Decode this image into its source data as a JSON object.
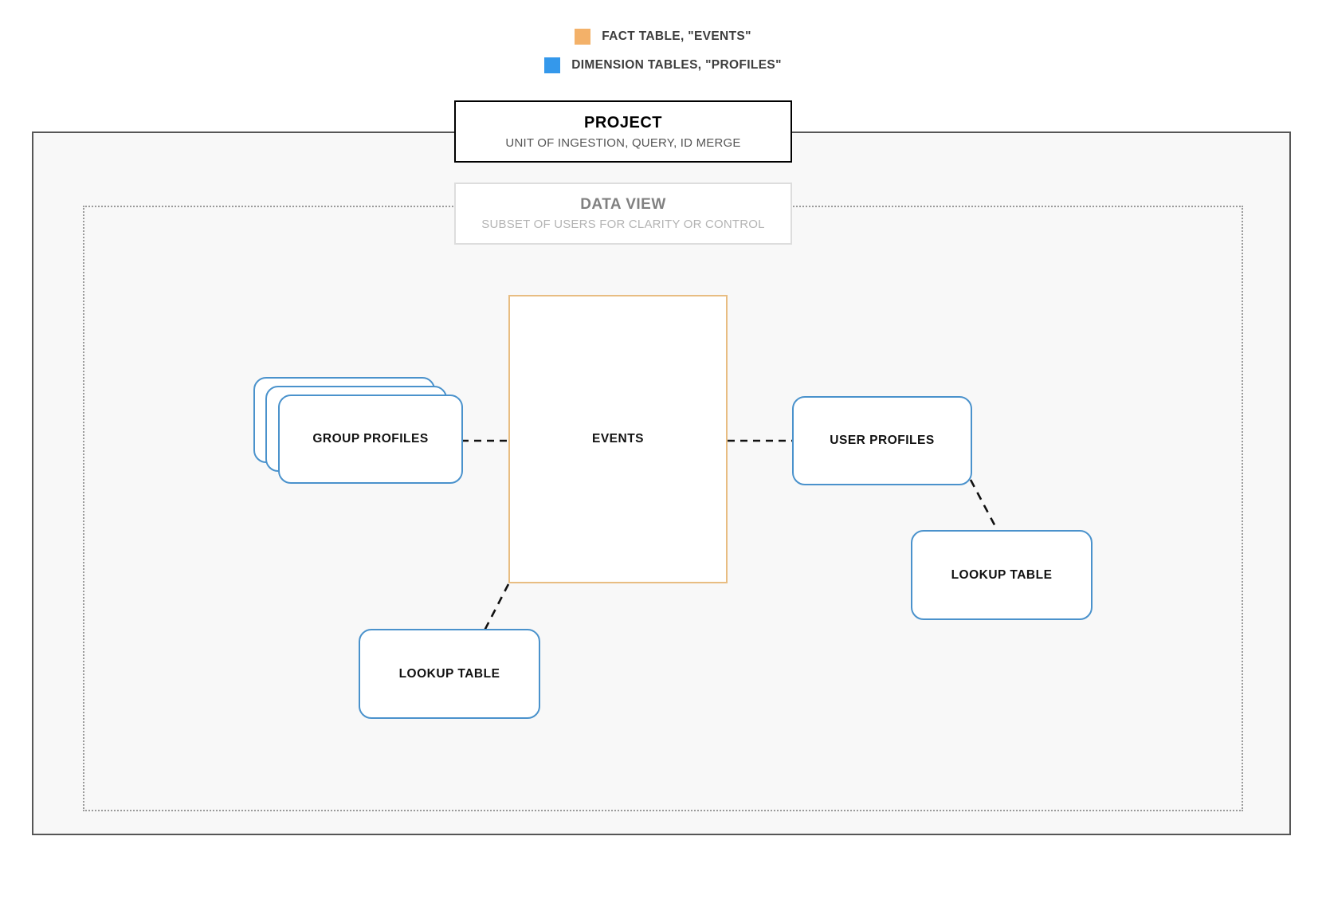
{
  "legend": {
    "items": [
      {
        "icon": "orange-square-swatch",
        "color": "#F3B169",
        "label": "FACT TABLE, \"EVENTS\""
      },
      {
        "icon": "blue-square-swatch",
        "color": "#3498EB",
        "label": "DIMENSION TABLES, \"PROFILES\""
      }
    ]
  },
  "project": {
    "title": "PROJECT",
    "subtitle": "UNIT OF INGESTION, QUERY, ID MERGE",
    "border_color": "#000000"
  },
  "data_view": {
    "title": "DATA VIEW",
    "subtitle": "SUBSET OF USERS FOR CLARITY OR CONTROL",
    "border_color": "#DDDDDD"
  },
  "entities": {
    "events": {
      "label": "EVENTS",
      "border_color": "#E8BD82",
      "shape": "rectangle"
    },
    "group_profiles": {
      "label": "GROUP PROFILES",
      "border_color": "#4A92CC",
      "shape": "stacked-rounded-rect",
      "stack_count": 3
    },
    "user_profiles": {
      "label": "USER PROFILES",
      "border_color": "#4A92CC",
      "shape": "rounded-rect"
    },
    "lookup_table_left": {
      "label": "LOOKUP TABLE",
      "border_color": "#4A92CC",
      "shape": "rounded-rect"
    },
    "lookup_table_right": {
      "label": "LOOKUP TABLE",
      "border_color": "#4A92CC",
      "shape": "rounded-rect"
    }
  },
  "connectors": [
    {
      "name": "group-profiles-to-events",
      "style": "dashed",
      "color": "#111111"
    },
    {
      "name": "events-to-user-profiles",
      "style": "dashed",
      "color": "#111111"
    },
    {
      "name": "user-profiles-to-lookup-table-right",
      "style": "dashed",
      "color": "#111111"
    },
    {
      "name": "events-to-lookup-table-left",
      "style": "dashed",
      "color": "#111111"
    }
  ],
  "containers": {
    "outer": {
      "name": "project-container",
      "border_color": "#565656",
      "fill": "#F8F8F8",
      "border_style": "solid"
    },
    "inner": {
      "name": "data-view-container",
      "border_color": "#9A9A9A",
      "border_style": "dotted"
    }
  }
}
